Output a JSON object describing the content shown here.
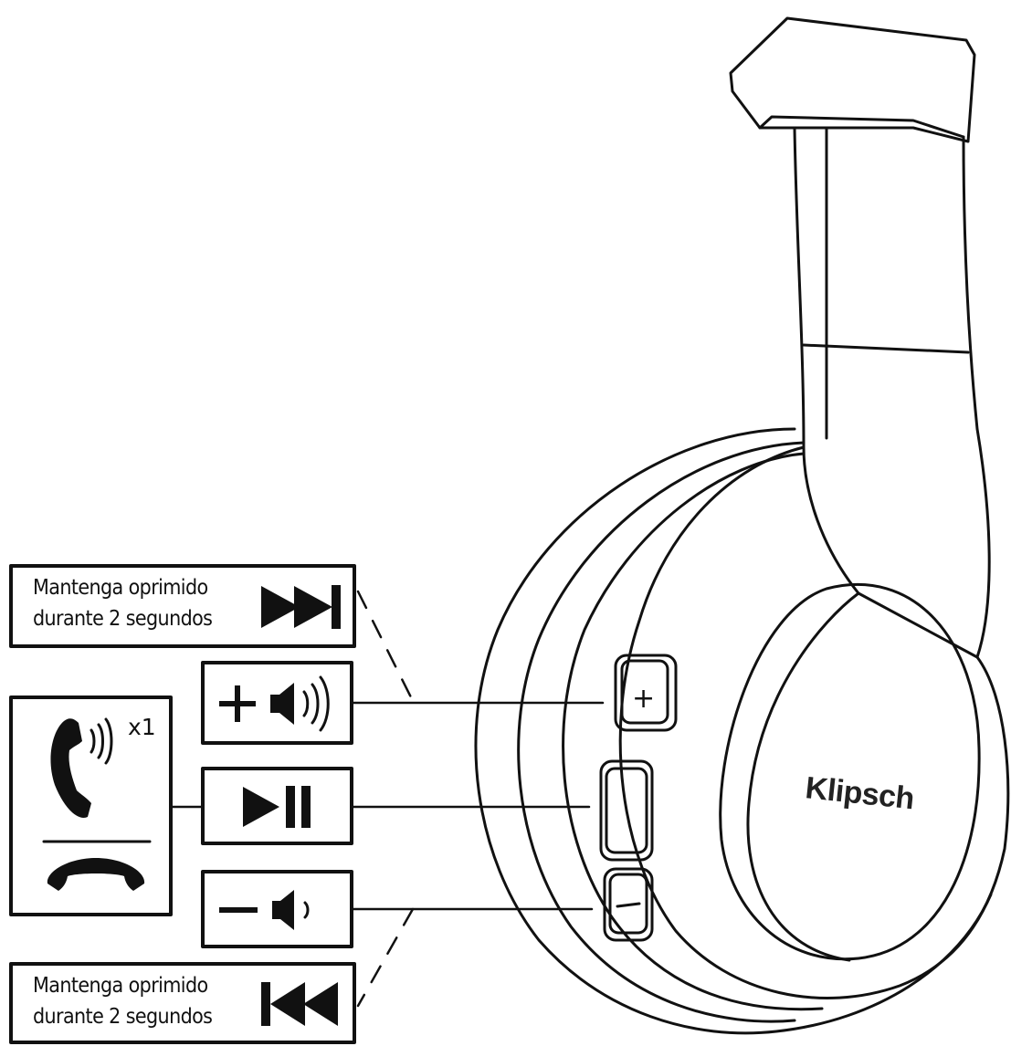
{
  "brand": {
    "logo_text": "Klipsch"
  },
  "callouts": {
    "skip_forward": {
      "line1": "Mantenga oprimido",
      "line2": "durante 2 segundos"
    },
    "skip_back": {
      "line1": "Mantenga oprimido",
      "line2": "durante 2 segundos"
    },
    "call": {
      "press_count": "x1"
    }
  },
  "buttons": {
    "volume_up": {
      "symbol": "+"
    },
    "play_pause": {
      "symbol": ""
    },
    "volume_down": {
      "symbol": "−"
    }
  },
  "icons": {
    "skip_forward": "skip-forward-icon",
    "volume_up": "volume-up-icon",
    "play_pause": "play-pause-icon",
    "volume_down": "volume-down-icon",
    "skip_back": "skip-back-icon",
    "answer_call": "phone-ringing-icon",
    "end_call": "phone-hangup-icon"
  },
  "colors": {
    "line": "#111111",
    "background": "#ffffff"
  }
}
